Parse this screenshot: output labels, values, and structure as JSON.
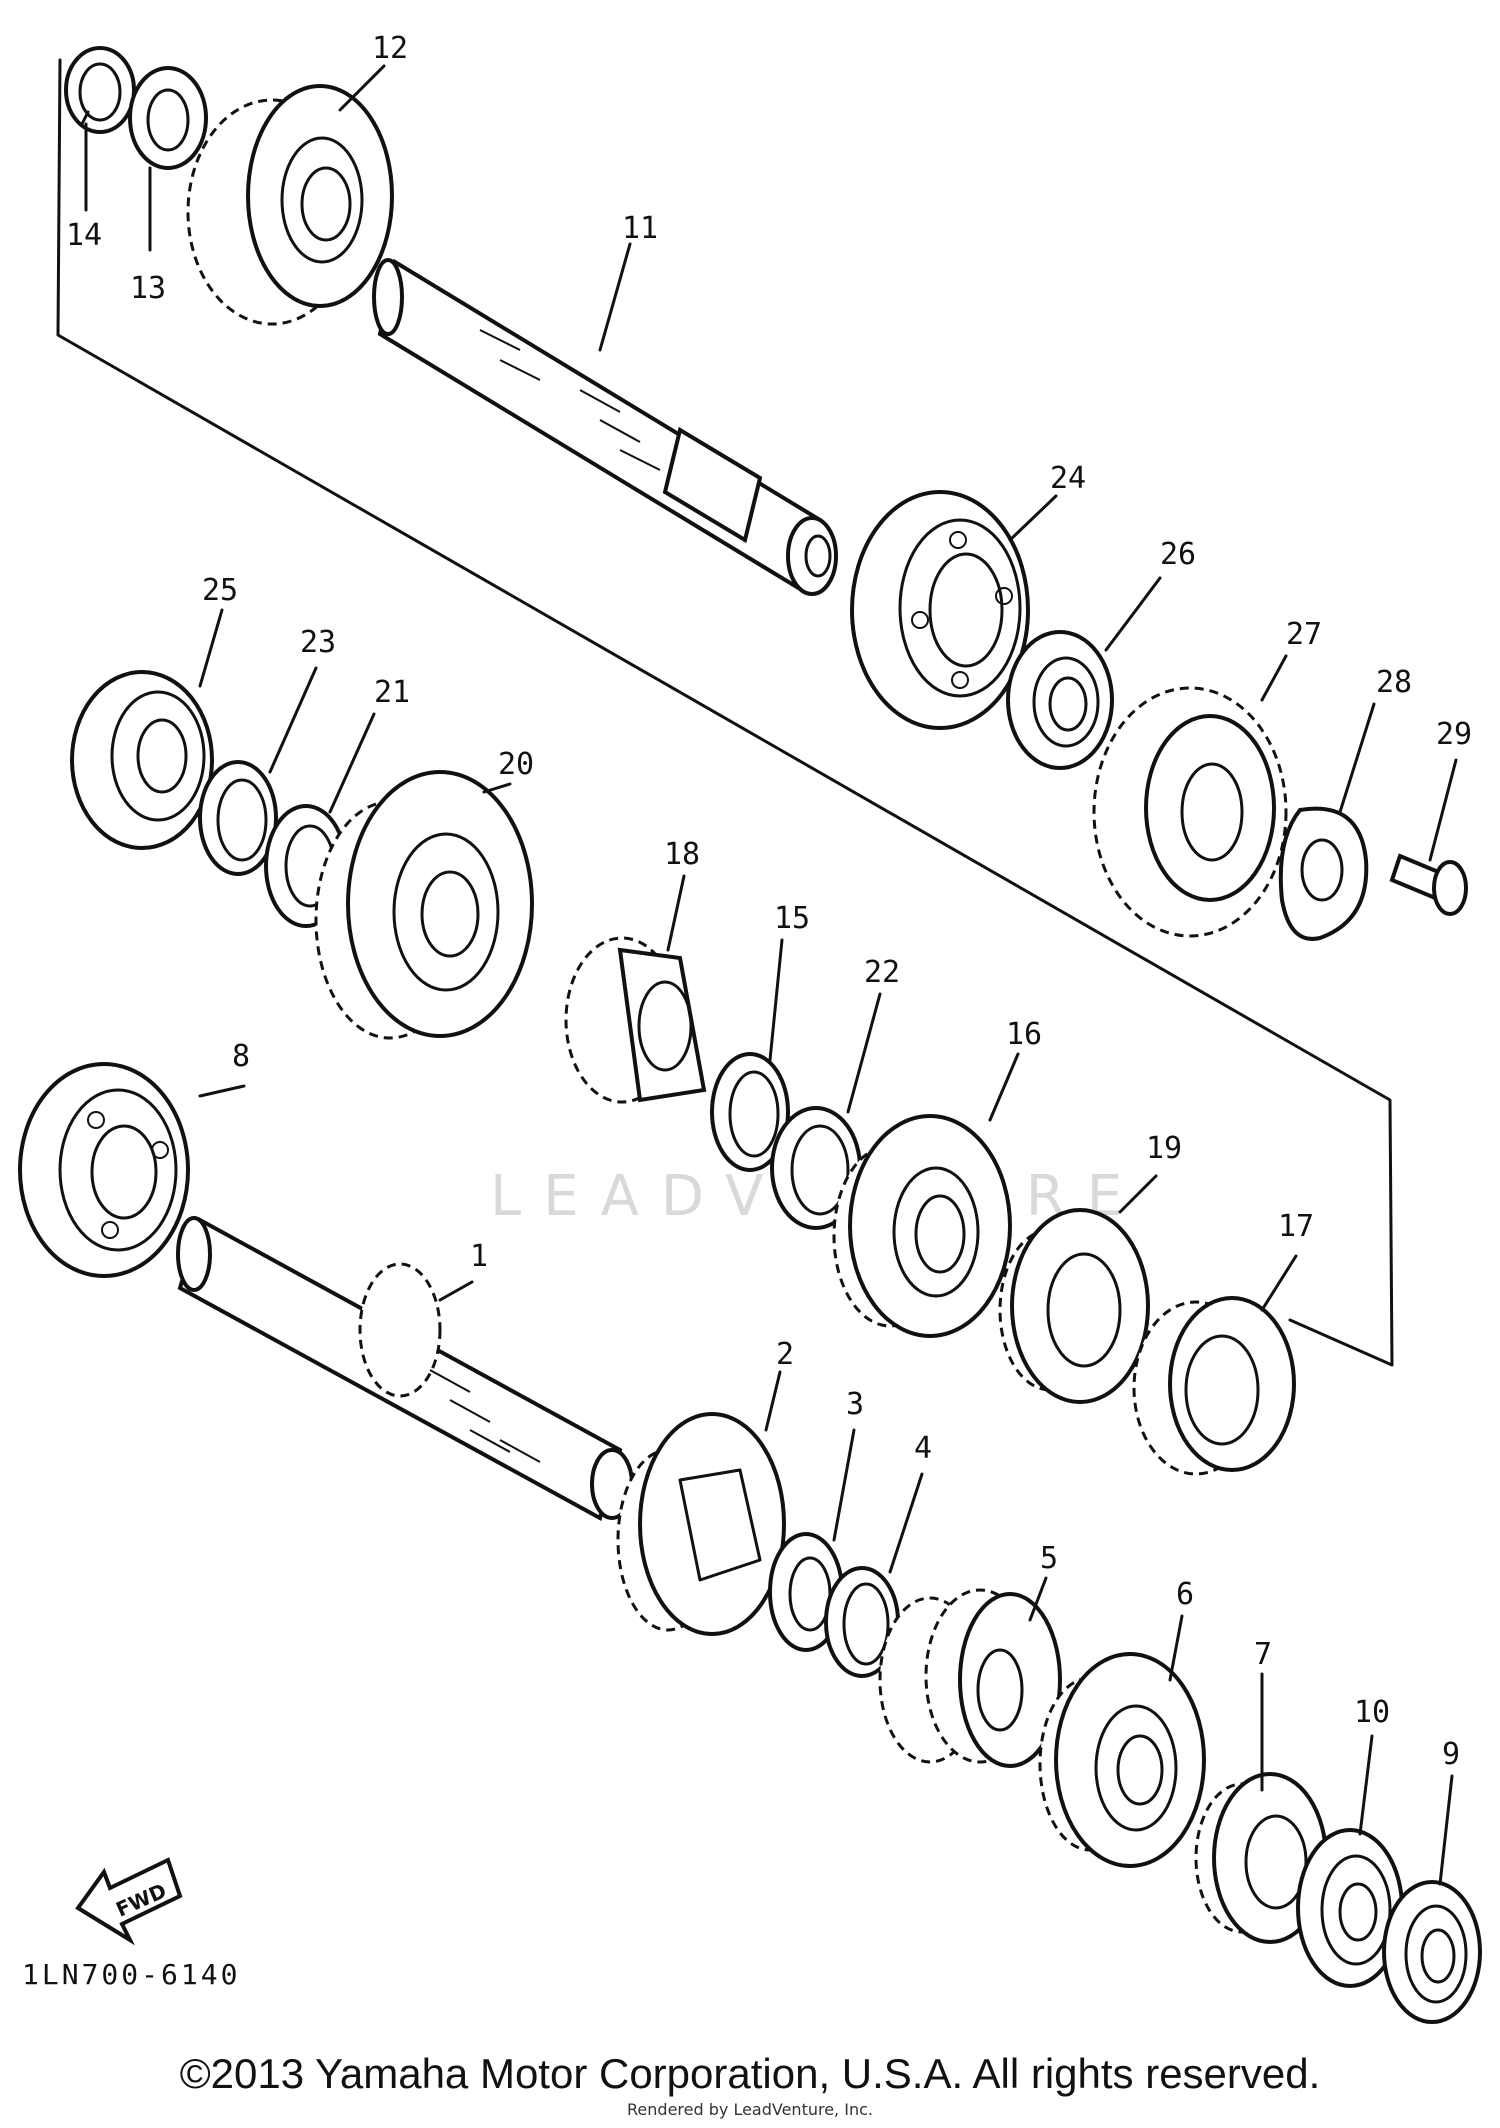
{
  "diagram": {
    "code": "1LN700-6140",
    "copyright": "©2013 Yamaha Motor Corporation, U.S.A. All rights reserved.",
    "rendered_by": "Rendered by LeadVenture, Inc.",
    "watermark": "LEADVENTURE",
    "fwd_label": "FWD",
    "parts": [
      {
        "number": "1"
      },
      {
        "number": "2"
      },
      {
        "number": "3"
      },
      {
        "number": "4"
      },
      {
        "number": "5"
      },
      {
        "number": "6"
      },
      {
        "number": "7"
      },
      {
        "number": "8"
      },
      {
        "number": "9"
      },
      {
        "number": "10"
      },
      {
        "number": "11"
      },
      {
        "number": "12"
      },
      {
        "number": "13"
      },
      {
        "number": "14"
      },
      {
        "number": "15"
      },
      {
        "number": "16"
      },
      {
        "number": "17"
      },
      {
        "number": "18"
      },
      {
        "number": "19"
      },
      {
        "number": "20"
      },
      {
        "number": "21"
      },
      {
        "number": "22"
      },
      {
        "number": "23"
      },
      {
        "number": "24"
      },
      {
        "number": "25"
      },
      {
        "number": "26"
      },
      {
        "number": "27"
      },
      {
        "number": "28"
      },
      {
        "number": "29"
      }
    ]
  }
}
